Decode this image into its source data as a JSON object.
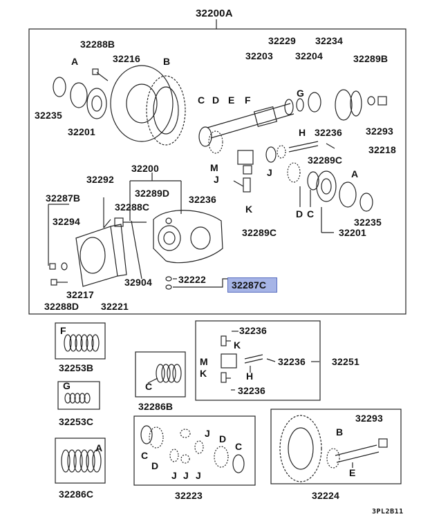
{
  "title": "32200A",
  "footer_code": "3PL2B11",
  "highlight_color": "#a6b4e6",
  "assembly_parts": {
    "p32288B": "32288B",
    "p32216": "32216",
    "pA_top": "A",
    "pB_top": "B",
    "p32235_left": "32235",
    "p32201_left": "32201",
    "pC_top": "C",
    "pD_top": "D",
    "pE_top": "E",
    "pF_top": "F",
    "p32203": "32203",
    "p32229": "32229",
    "p32204": "32204",
    "pG_top": "G",
    "p32234": "32234",
    "p32289B": "32289B",
    "p32293_top": "32293",
    "p32218": "32218",
    "pH_top": "H",
    "p32236_top": "32236",
    "p32289C_top": "32289C",
    "pM_top": "M",
    "pJ_top1": "J",
    "pJ_top2": "J",
    "p32236_mid": "32236",
    "pK_mid": "K",
    "p32289C_mid": "32289C",
    "pA_right": "A",
    "pD_right": "D",
    "pC_right": "C",
    "p32235_right": "32235",
    "p32201_right": "32201",
    "p32200": "32200",
    "p32292": "32292",
    "p32289D": "32289D",
    "p32288C": "32288C",
    "p32287B": "32287B",
    "p32294": "32294",
    "p32904": "32904",
    "p32222": "32222",
    "p32287C": "32287C",
    "p32217": "32217",
    "p32221": "32221",
    "p32288D": "32288D"
  },
  "kits": {
    "k32253B": {
      "code": "32253B",
      "letter": "F"
    },
    "k32253C": {
      "code": "32253C",
      "letter": "G"
    },
    "k32286C": {
      "code": "32286C",
      "letter": "A"
    },
    "k32286B": {
      "code": "32286B",
      "letter": "C"
    },
    "k32251": {
      "code": "32251",
      "p1": "32236",
      "k1": "K",
      "m": "M",
      "p2": "32236",
      "k2": "K",
      "h": "H",
      "p3": "32236"
    },
    "k32223": {
      "code": "32223",
      "j1": "J",
      "c1": "C",
      "d1": "D",
      "j2": "J",
      "j3": "J",
      "j4": "J",
      "d2": "D",
      "c2": "C"
    },
    "k32224": {
      "code": "32224",
      "p32293": "32293",
      "b": "B",
      "e": "E"
    }
  }
}
